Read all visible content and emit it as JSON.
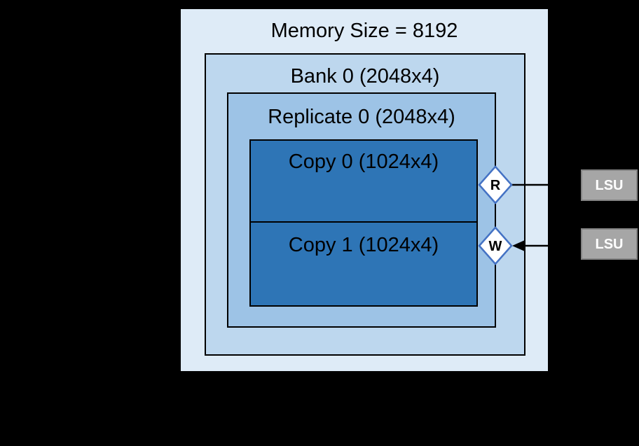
{
  "diagram": {
    "memory": {
      "label": "Memory Size = 8192"
    },
    "bank": {
      "label": "Bank 0 (2048x4)"
    },
    "replicate": {
      "label": "Replicate 0 (2048x4)"
    },
    "copy0": {
      "label": "Copy 0 (1024x4)"
    },
    "copy1": {
      "label": "Copy 1 (1024x4)"
    },
    "ports": {
      "read": "R",
      "write": "W"
    },
    "lsu_read": {
      "label": "LSU"
    },
    "lsu_write": {
      "label": "LSU"
    },
    "colors": {
      "background": "#000000",
      "memory_fill": "#deebf7",
      "bank_fill": "#bdd7ee",
      "replicate_fill": "#9dc3e6",
      "copy_fill": "#2e75b6",
      "box_border": "#000000",
      "diamond_fill": "#ffffff",
      "diamond_border": "#4472c4",
      "lsu_fill": "#a6a6a6",
      "lsu_border": "#848484",
      "lsu_text": "#ffffff",
      "connector": "#000000"
    }
  }
}
